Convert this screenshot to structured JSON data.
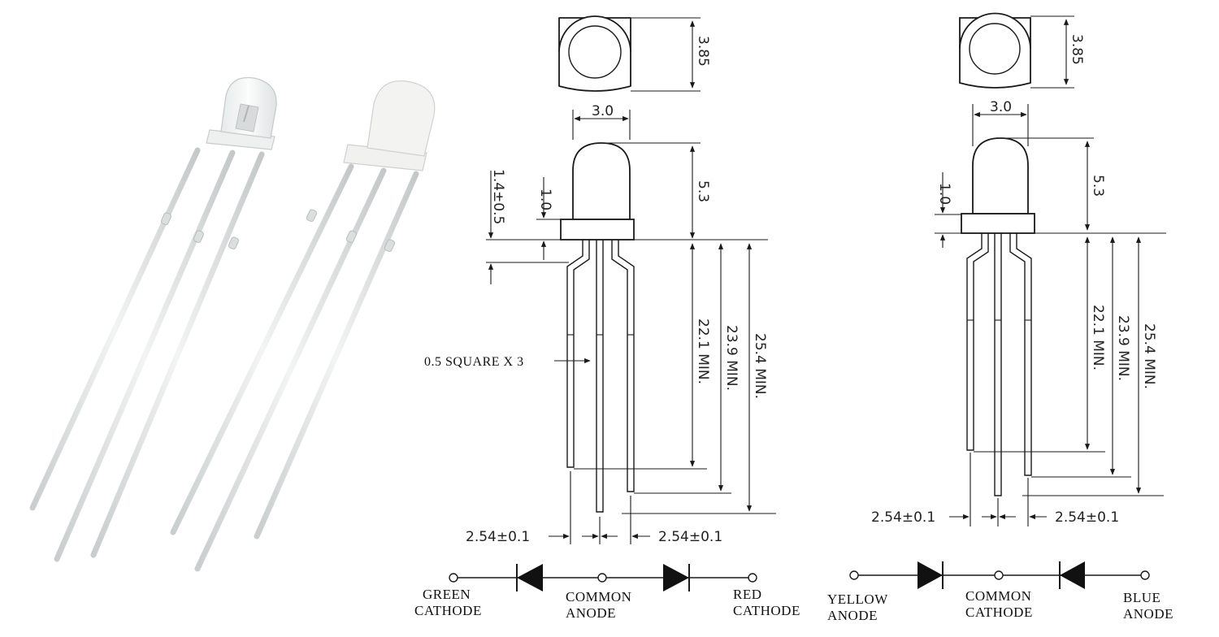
{
  "figure_1": {
    "top_view_height": "3.85",
    "lens_diameter": "3.0",
    "lens_height": "5.3",
    "flange_height": "1.0",
    "standoff": "1.4±0.5",
    "lead_note": "0.5 SQUARE X 3",
    "lead_short": "22.1 MIN.",
    "lead_mid": "23.9 MIN.",
    "lead_long": "25.4 MIN.",
    "pitch_left": "2.54±0.1",
    "pitch_right": "2.54±0.1",
    "circuit": {
      "left_line1": "GREEN",
      "left_line2": "CATHODE",
      "mid_line1": "COMMON",
      "mid_line2": "ANODE",
      "right_line1": "RED",
      "right_line2": "CATHODE"
    }
  },
  "figure_2": {
    "top_view_height": "3.85",
    "lens_diameter": "3.0",
    "lens_height": "5.3",
    "flange_height": "1.0",
    "lead_short": "22.1 MIN.",
    "lead_mid": "23.9 MIN.",
    "lead_long": "25.4 MIN.",
    "pitch_left": "2.54±0.1",
    "pitch_right": "2.54±0.1",
    "circuit": {
      "left_line1": "YELLOW",
      "left_line2": "ANODE",
      "mid_line1": "COMMON",
      "mid_line2": "CATHODE",
      "right_line1": "BLUE",
      "right_line2": "ANODE"
    }
  },
  "colors": {
    "ink": "#1a1a1a",
    "led_clear": "#f4f6f5",
    "led_diffused": "#f2f2f0",
    "lead": "#d9dcdc"
  }
}
